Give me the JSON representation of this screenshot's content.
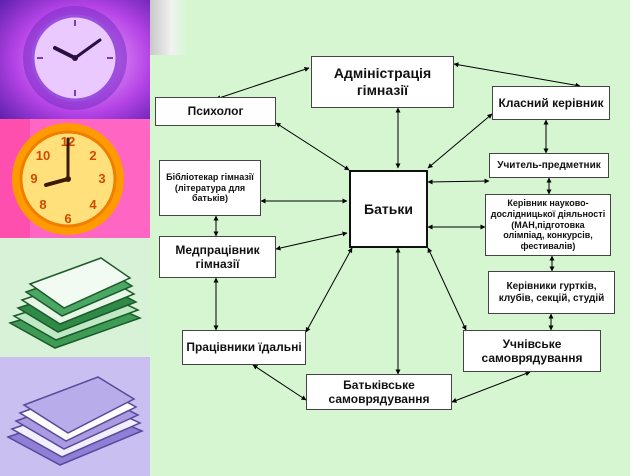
{
  "diagram": {
    "center": "Батьки",
    "nodes": {
      "administration": "Адміністрація\nгімназії",
      "psychologist": "Психолог",
      "class_teacher": "Класний керівник",
      "librarian": "Бібліотекар гімназії\n(література для\nбатьків)",
      "subject_teacher": "Учитель-предметник",
      "research_head": "Керівник науково-\nдослідницької діяльності\n(МАН,підготовка\nолімпіад, конкурсів,\nфестивалів)",
      "medical_worker": "Медпрацівник\nгімназії",
      "club_heads": "Керівники гуртків,\nклубів, секцій, студій",
      "canteen_workers": "Працівники їдальні",
      "student_government": "Учнівське\nсамоврядування",
      "parent_government": "Батьківське\nсамоврядування"
    }
  },
  "colors": {
    "background": "#d6f6d2",
    "node_fill": "#ffffff",
    "line": "#000000"
  },
  "decor": [
    "clock-purple",
    "clock-yellow",
    "papers-green",
    "papers-lavender"
  ]
}
